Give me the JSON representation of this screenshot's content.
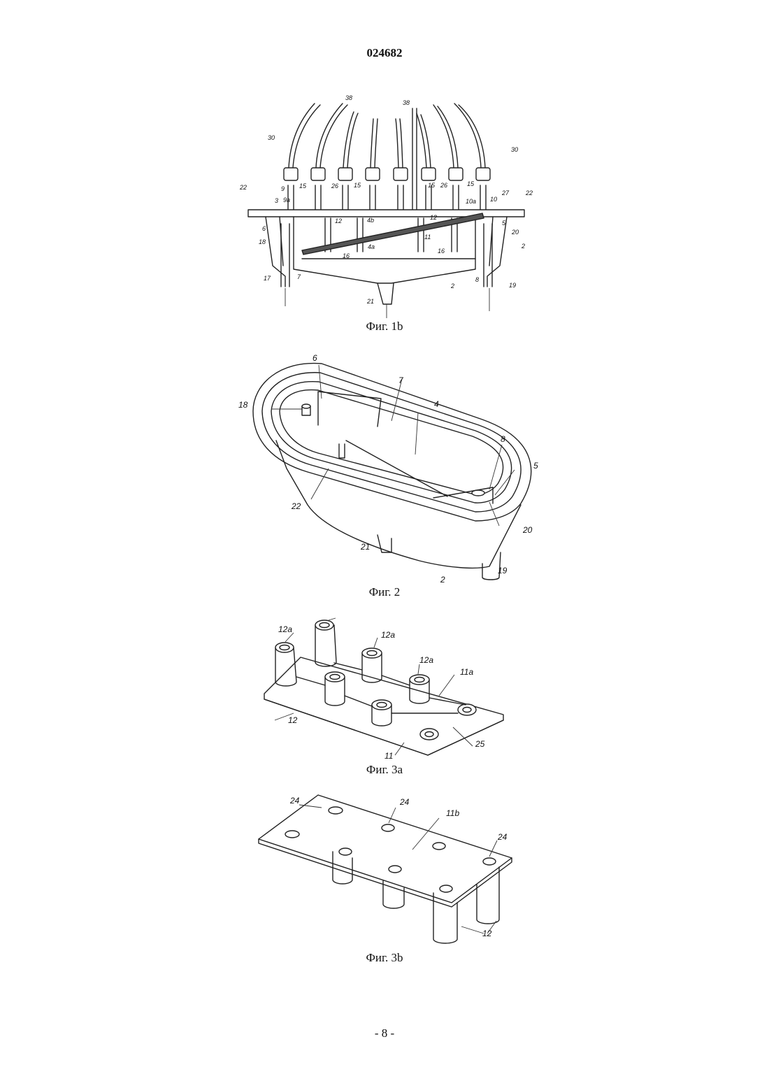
{
  "header": {
    "patent_number": "024682"
  },
  "figures": [
    {
      "id": "fig1b",
      "caption": "Фиг. 1b",
      "labels": [
        "38",
        "38",
        "30",
        "30",
        "22",
        "22",
        "9",
        "9a",
        "15",
        "26",
        "15",
        "15",
        "26",
        "15",
        "27",
        "10a",
        "10",
        "3",
        "4b",
        "12",
        "12",
        "5",
        "6",
        "20",
        "18",
        "11",
        "2",
        "16",
        "16",
        "4a",
        "17",
        "7",
        "8",
        "2",
        "19",
        "21"
      ]
    },
    {
      "id": "fig2",
      "caption": "Фиг. 2",
      "labels": [
        "6",
        "7",
        "18",
        "4",
        "8",
        "5",
        "22",
        "20",
        "21",
        "2",
        "19"
      ]
    },
    {
      "id": "fig3a",
      "caption": "Фиг. 3a",
      "labels": [
        "12a",
        "12a",
        "12a",
        "11a",
        "12",
        "25",
        "11"
      ]
    },
    {
      "id": "fig3b",
      "caption": "Фиг. 3b",
      "labels": [
        "24",
        "24",
        "11b",
        "24",
        "12"
      ]
    }
  ],
  "footer": {
    "page_number": "- 8 -"
  }
}
